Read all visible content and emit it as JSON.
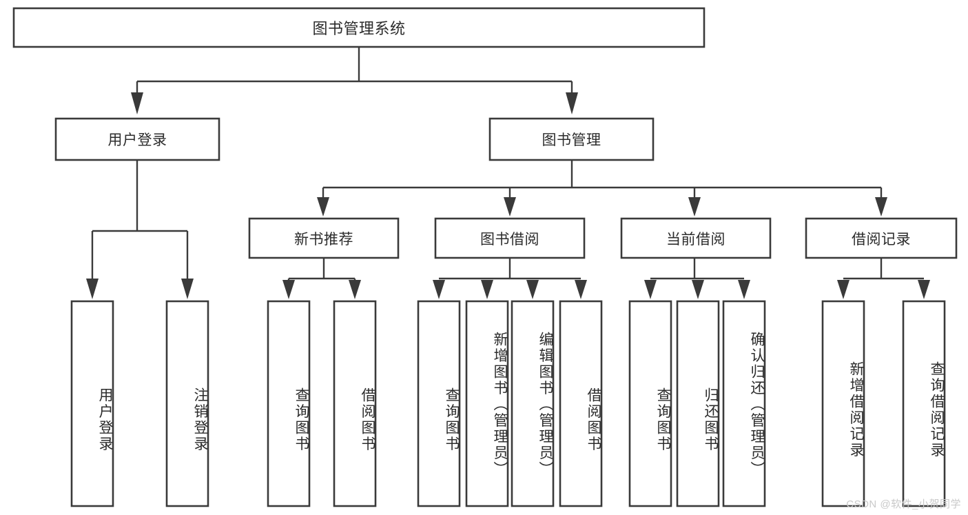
{
  "diagram": {
    "type": "tree-hierarchy",
    "orientation": "top-down",
    "colors": {
      "stroke": "#3a3a3a",
      "fill": "#ffffff",
      "text": "#2b2b2b",
      "watermark": "#c9c9c9",
      "background": "#ffffff"
    },
    "root": {
      "label": "图书管理系统"
    },
    "level2": [
      {
        "label": "用户登录"
      },
      {
        "label": "图书管理"
      }
    ],
    "level3": [
      {
        "label": "新书推荐"
      },
      {
        "label": "图书借阅"
      },
      {
        "label": "当前借阅"
      },
      {
        "label": "借阅记录"
      }
    ],
    "leaves": {
      "user_login": [
        {
          "label": "用户登录"
        },
        {
          "label": "注销登录"
        }
      ],
      "new_book": [
        {
          "label": "查询图书"
        },
        {
          "label": "借阅图书"
        }
      ],
      "book_borrow": [
        {
          "label": "查询图书"
        },
        {
          "label": "新增图书（管理员）"
        },
        {
          "label": "编辑图书（管理员）"
        },
        {
          "label": "借阅图书"
        }
      ],
      "current_borrow": [
        {
          "label": "查询图书"
        },
        {
          "label": "归还图书"
        },
        {
          "label": "确认归还（管理员）"
        }
      ],
      "borrow_record": [
        {
          "label": "新增借阅记录"
        },
        {
          "label": "查询借阅记录"
        }
      ]
    }
  },
  "watermark": {
    "text": "CSDN @软件_小贺同学"
  }
}
